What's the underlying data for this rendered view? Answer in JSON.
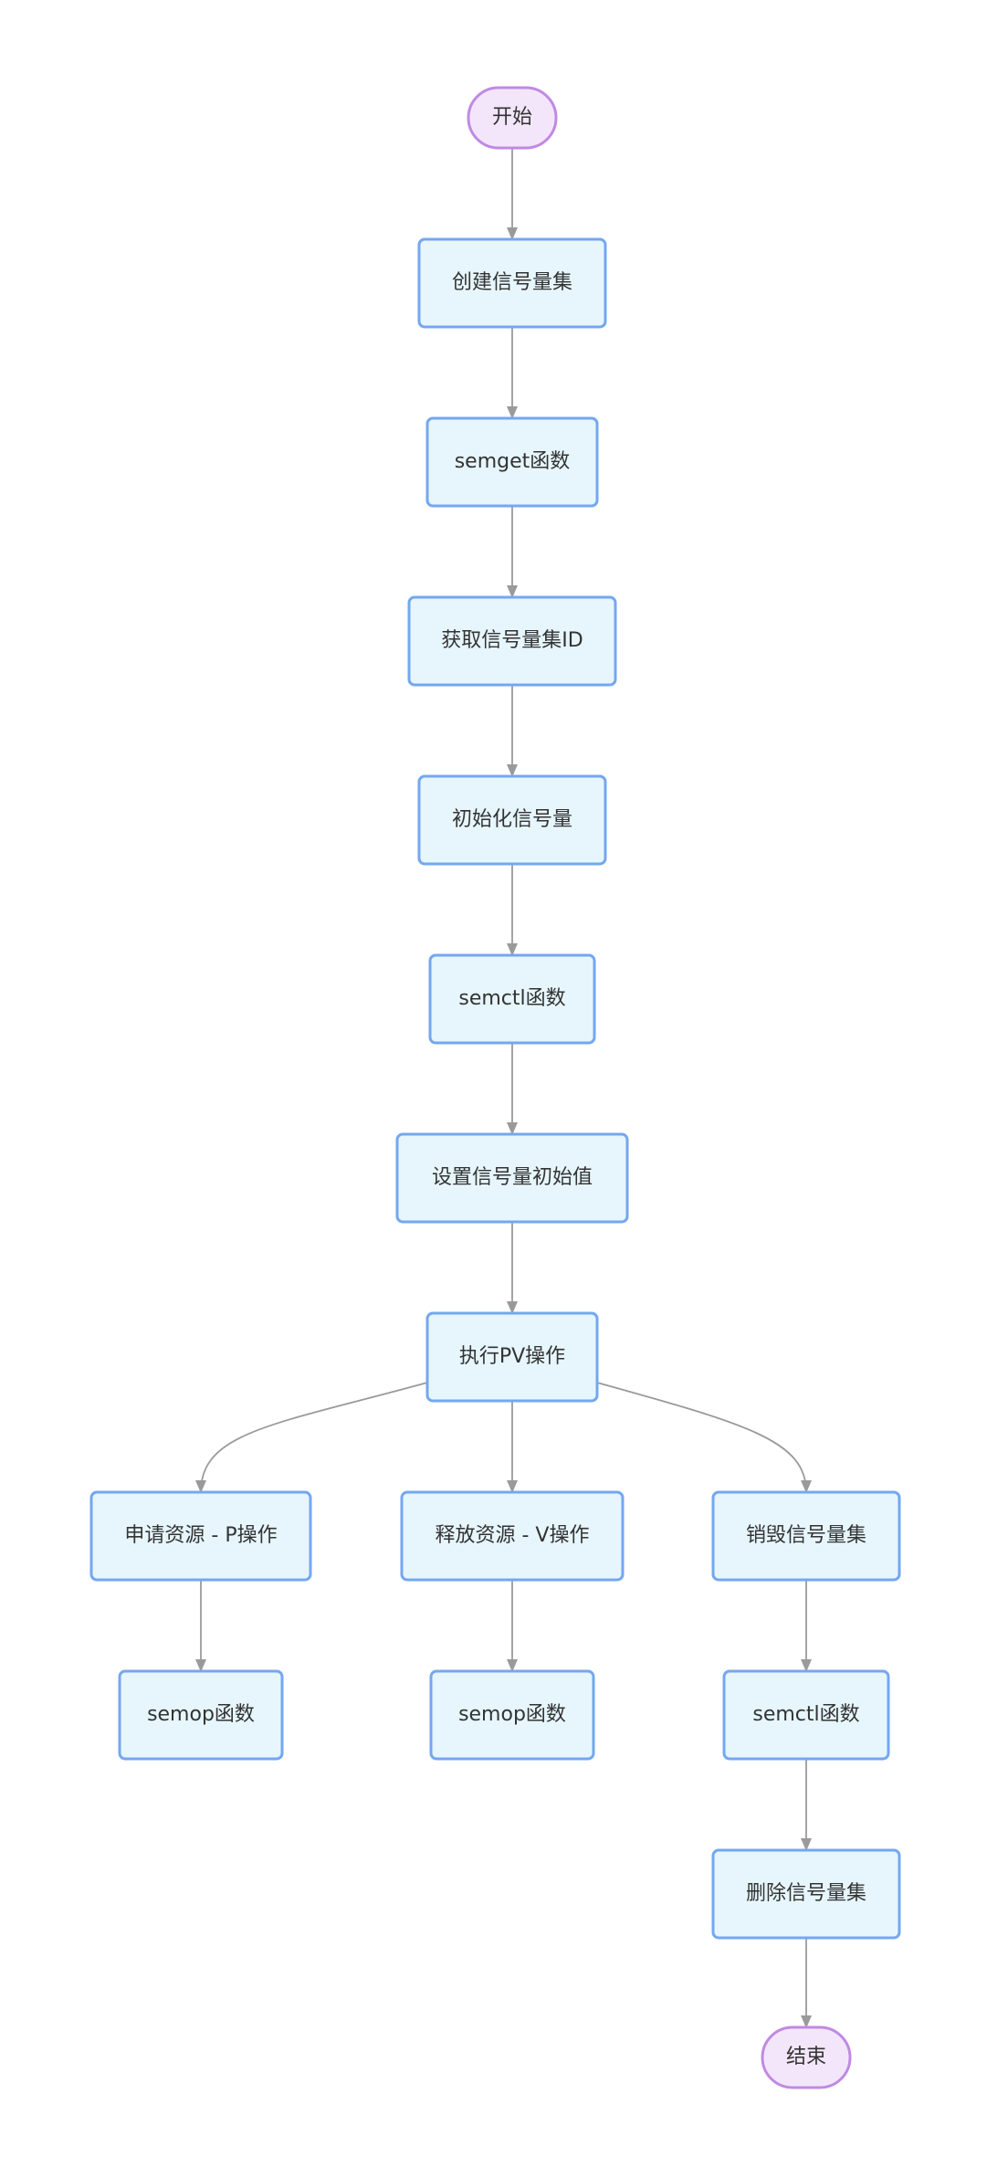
{
  "nodes": {
    "start": "开始",
    "create_set": "创建信号量集",
    "semget": "semget函数",
    "get_id": "获取信号量集ID",
    "init": "初始化信号量",
    "semctl_init": "semctl函数",
    "set_initial": "设置信号量初始值",
    "pv": "执行PV操作",
    "request_p": "申请资源 - P操作",
    "release_v": "释放资源 - V操作",
    "destroy": "销毁信号量集",
    "semop_p": "semop函数",
    "semop_v": "semop函数",
    "semctl_destroy": "semctl函数",
    "delete_set": "删除信号量集",
    "end": "结束"
  },
  "colors": {
    "process_fill": "#e6f6fc",
    "process_stroke": "#74a7f0",
    "terminal_fill": "#f3e6fb",
    "terminal_stroke": "#c08ae4",
    "edge": "#9a9a9a",
    "text": "#333333"
  }
}
